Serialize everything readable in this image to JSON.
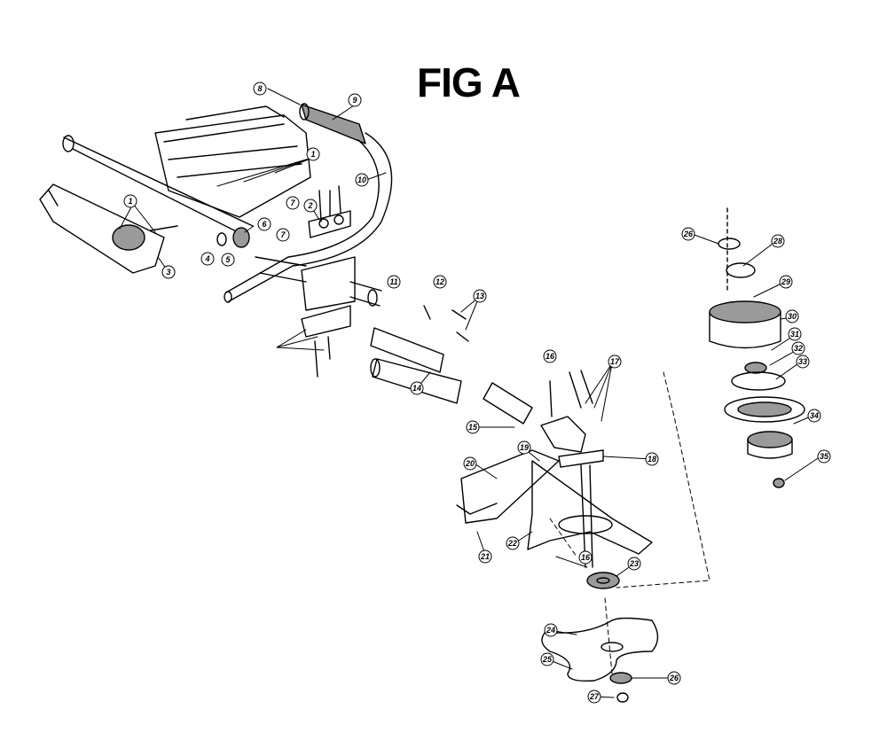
{
  "figure": {
    "title": "FIG A"
  },
  "callouts": [
    "1",
    "1",
    "1",
    "2",
    "3",
    "4",
    "5",
    "6",
    "7",
    "7",
    "8",
    "9",
    "10",
    "11",
    "12",
    "13",
    "14",
    "15",
    "16",
    "16",
    "17",
    "18",
    "19",
    "20",
    "21",
    "22",
    "23",
    "24",
    "25",
    "26",
    "26",
    "27",
    "28",
    "29",
    "30",
    "31",
    "32",
    "33",
    "34",
    "35"
  ],
  "colors": {
    "ink": "#000000",
    "paper": "#ffffff",
    "shade": "#9a9a9a"
  }
}
